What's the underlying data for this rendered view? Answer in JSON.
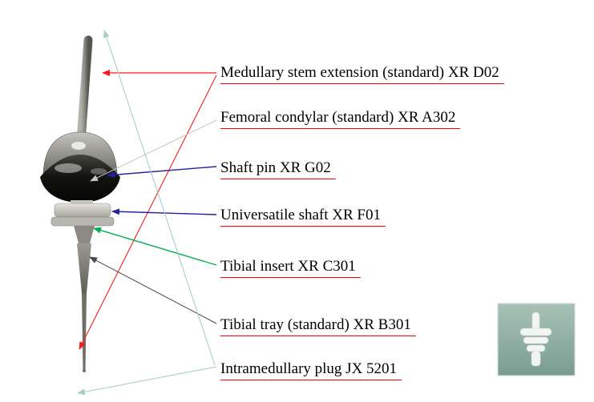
{
  "labels": [
    {
      "text": "Medullary stem extension (standard) XR D02"
    },
    {
      "text": "Femoral condylar (standard) XR A302"
    },
    {
      "text": "Shaft pin XR G02"
    },
    {
      "text": "Universatile shaft  XR F01"
    },
    {
      "text": "Tibial insert XR C301"
    },
    {
      "text": "Tibial tray (standard) XR B301"
    },
    {
      "text": "Intramedullary plug JX 5201"
    }
  ],
  "colors": {
    "underline": "#ff0000",
    "arrow_red": "#ff1a1a",
    "arrow_blue": "#22229a",
    "arrow_green": "#00b050",
    "arrow_teal": "#a9cfc4",
    "arrow_gray": "#c4c4c4",
    "arrow_dark": "#474747",
    "inset_background": "#8fb0a5"
  }
}
